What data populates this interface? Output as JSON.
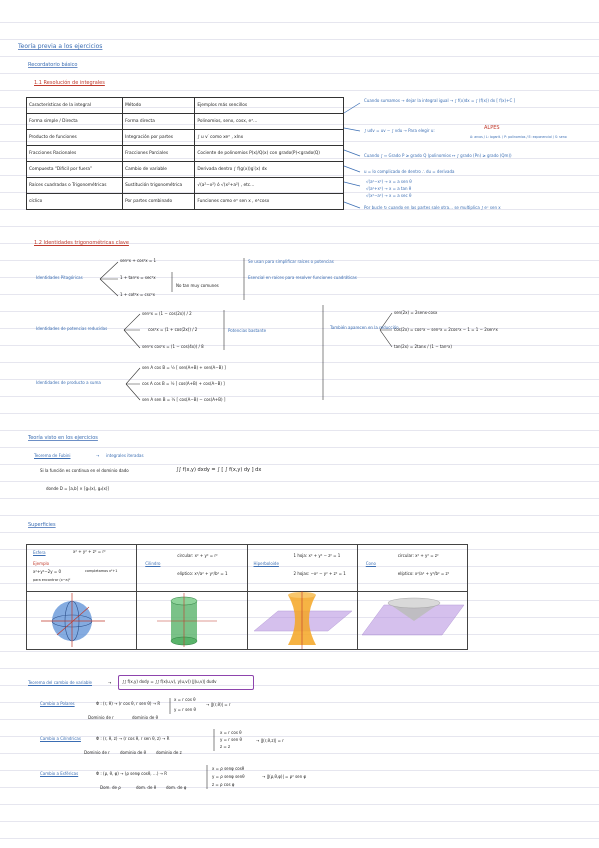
{
  "title": "Teoría previa a los ejercicios",
  "s1": "Recordatorio básico",
  "s1_1": "1.1 Resolución de integrales",
  "table": {
    "header": [
      "Características de la integral",
      "Método",
      "Ejemplos más sencillos"
    ],
    "rows": [
      [
        "Forma simple / Directa",
        "Forma directa",
        "Polinomios, senx, cosx, eˣ…"
      ],
      [
        "Producto de funciones",
        "Integración por partes",
        "∫ u v′   como  xeˣ , xlnx"
      ],
      [
        "Fracciones Racionales",
        "Fracciones Parciales",
        "Cociente de polinomios  P(x)/Q(x)  con grado(P)<grado(Q)"
      ],
      [
        "Compuesta “Difícil por fuera”",
        "Cambio de variable",
        "Derivada dentro  ∫ f(g(x))g′(x) dx"
      ],
      [
        "Raíces cuadradas o Trigonométricas",
        "Sustitución trigonométrica",
        "√(a²−x²)  ó  √(x²+a²) , etc…"
      ],
      [
        "cíclico",
        "Por partes combinado",
        "Funciones como  eˣ sen x , eˣcosx"
      ]
    ]
  },
  "side_notes": [
    "Cuando sumamos → dejar la integral igual →  ∫ f(x)dx = ∫ (f(x)) dx  [ f(x)+C ]",
    "∫ udv = uv − ∫ vdu  →  Para elegir u:",
    "ALPES",
    "A: arcos / L: logarit. / P: polinomios / E: exponencial / S: seno",
    "Cuando ∫ ≈ Grado P  ≥ grado Q  (polinomios ↔ ∫ grado (Pn) ≥ grado (Qm))",
    "u = lo complicado de dentro  ∴  du = derivada",
    "√(a²−x²) → x = a sen θ",
    "√(a²+x²) → x = a tan θ",
    "√(x²−a²) → x = a sec θ",
    "Por bucle ↻ cuando en las partes sale otra… se multiplica  ∫ eˣ sen x"
  ],
  "s1_2": "1.2 Identidades trigonométricas clave",
  "pyth": {
    "label": "Identidades Pitagóricas",
    "items": [
      "sen²x + cos²x = 1",
      "1 + tan²x = sec²x",
      "1 + cot²x = csc²x"
    ],
    "note_between": "No tan muy comunes",
    "side": "Se usan para simplificar raíces o potencias",
    "side2": "Esencial en raíces para resolver funciones cuadráticas"
  },
  "half": {
    "label": "Identidades de potencias reducidas",
    "items": [
      "sen²x = (1 − cos(2x)) / 2",
      "cos²x = (1 + cos(2x)) / 2",
      "sen²x cos²x = (1 − cos(4x)) / 8"
    ],
    "side": "Potencias bastante",
    "note": "También aparecen en la reducción",
    "right": [
      "sen(2x) = 2senx·cosx",
      "cos(2x) = cos²x − sen²x = 2cos²x − 1 = 1 − 2sen²x",
      "tan(2x) = 2tanx / (1 − tan²x)"
    ]
  },
  "prod": {
    "label": "Identidades de producto a suma",
    "items": [
      "sen A cos B = ½ [ sen(A+B) + sen(A−B) ]",
      "cos A cos B = ½ [ cos(A+B) + cos(A−B) ]",
      "sen A sen B = ½ [ cos(A−B) − cos(A+B) ]"
    ]
  },
  "s2": "Teoría visto en los ejercicios",
  "fubini": {
    "head": "Teorema de Fubini",
    "arrow_label": "integrales iteradas",
    "line": "Si la función es continua en el dominio dado",
    "formula": "∫∫ f(x,y) dxdy = ∫ [ ∫ f(x,y) dy ] dx",
    "domain": "donde  D = [a,b] × [g₁(x), g₂(x)]"
  },
  "s3": "Superficies",
  "surfaces": [
    {
      "name": "Esfera",
      "eq": "x² + y² + z² = r²",
      "ex_label": "Ejemplo",
      "ex": "x²+y²−2y = 0",
      "ex2": "para encontrar  (x−a)²",
      "ex3": "completamos  x²+1"
    },
    {
      "name": "Cilindro",
      "eq1": "circular:  x² + y² = r²",
      "eq2": "elíptico:  x²/a² + y²/b² = 1"
    },
    {
      "name": "Hiperboloide",
      "eq1": "1 hoja:  x² + y² − z² = 1",
      "eq2": "2 hojas:  −x² − y² + z² = 1"
    },
    {
      "name": "Cono",
      "eq1": "circular:  x² + y² = z²",
      "eq2": "elíptico:  x²/a² + y²/b² = z²"
    }
  ],
  "s4": "Teorema del cambio de variable",
  "cv_formula": "∫∫ f(x,y) dxdy = ∫∫ f(x(u,v), y(u,v)) |J(u,v)| dudv",
  "cv": [
    {
      "name": "Cambio a Polares",
      "map": "Φ : (r, θ) → (r cos θ, r sen θ)  → R",
      "sub1": "Dominio de r",
      "sub2": "dominio de θ",
      "right": [
        "x = r cos θ",
        "y = r sen θ"
      ],
      "jac": "→  |J(r,θ)| = r"
    },
    {
      "name": "Cambio a Cilíndricas",
      "map": "Φ : (r, θ, z) → (r cos θ, r sen θ, z)  → R",
      "sub1": "Dominio de r",
      "sub2": "dominio de θ",
      "sub3": "dominio de z",
      "right": [
        "x = r cos θ",
        "y = r sen θ",
        "z = z"
      ],
      "jac": "→  |J(r,θ,z)| = r"
    },
    {
      "name": "Cambio a Esféricas",
      "map": "Φ : (ρ, θ, φ) → (ρ senφ cosθ, …)  → R",
      "sub1": "Dom. de ρ",
      "sub2": "dom. de θ",
      "sub3": "dom. de φ",
      "right": [
        "x = ρ senφ cosθ",
        "y = ρ senφ senθ",
        "z = ρ cos φ"
      ],
      "jac": "→  |J(ρ,θ,φ)| = ρ² sen φ"
    }
  ]
}
